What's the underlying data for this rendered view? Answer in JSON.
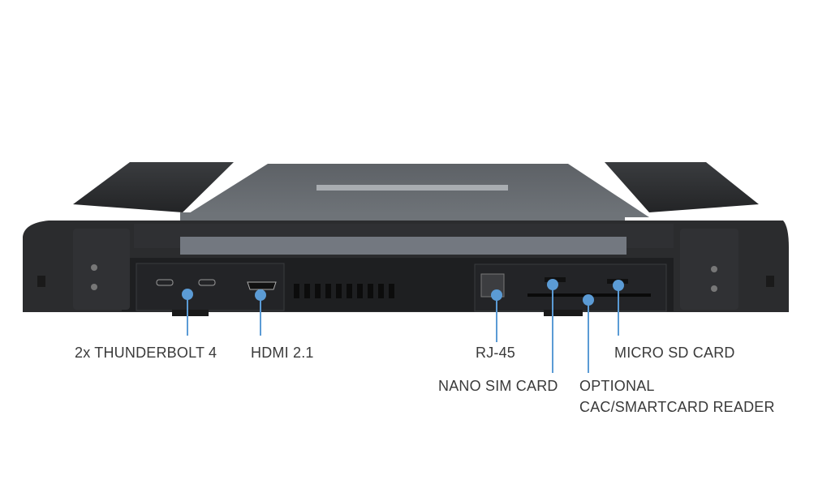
{
  "accent_color": "#5b9bd5",
  "callouts": [
    {
      "id": "thunderbolt",
      "label": "2x THUNDERBOLT 4"
    },
    {
      "id": "hdmi",
      "label": "HDMI 2.1"
    },
    {
      "id": "rj45",
      "label": "RJ-45"
    },
    {
      "id": "nano-sim",
      "label": "NANO SIM CARD"
    },
    {
      "id": "smartcard",
      "label_line1": "OPTIONAL",
      "label_line2": "CAC/SMARTCARD READER"
    },
    {
      "id": "micro-sd",
      "label": "MICRO SD CARD"
    }
  ]
}
